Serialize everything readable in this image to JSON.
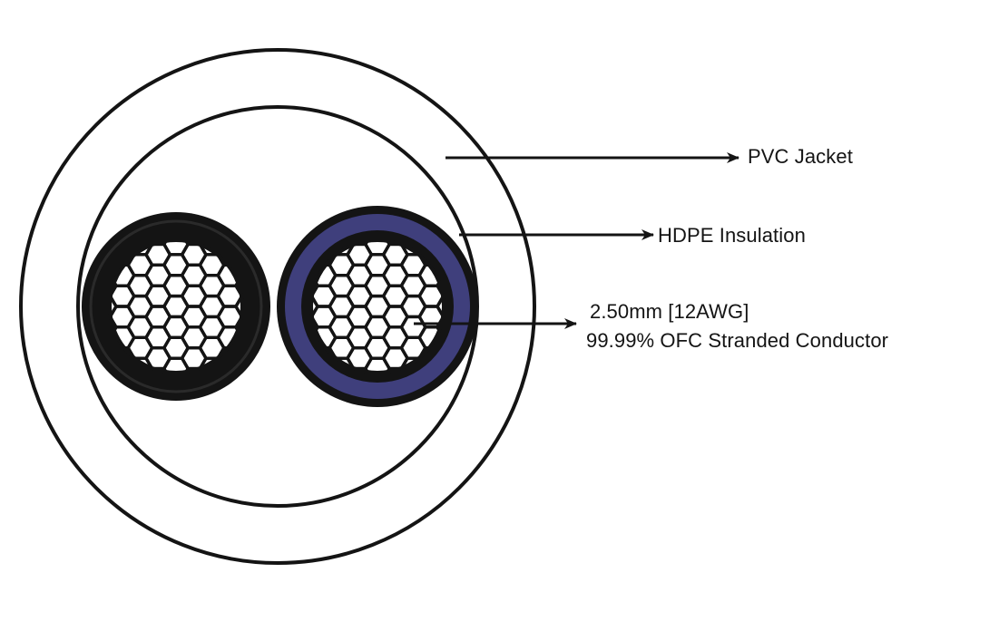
{
  "callouts": {
    "jacket": "PVC Jacket",
    "insulation": "HDPE Insulation",
    "conductor_size": "2.50mm [12AWG]",
    "conductor_material": "99.99% OFC Stranded Conductor"
  },
  "colors": {
    "outline": "#141414",
    "insulation_black": "#141414",
    "insulation_blue": "#3f3f7c",
    "background": "#ffffff"
  }
}
